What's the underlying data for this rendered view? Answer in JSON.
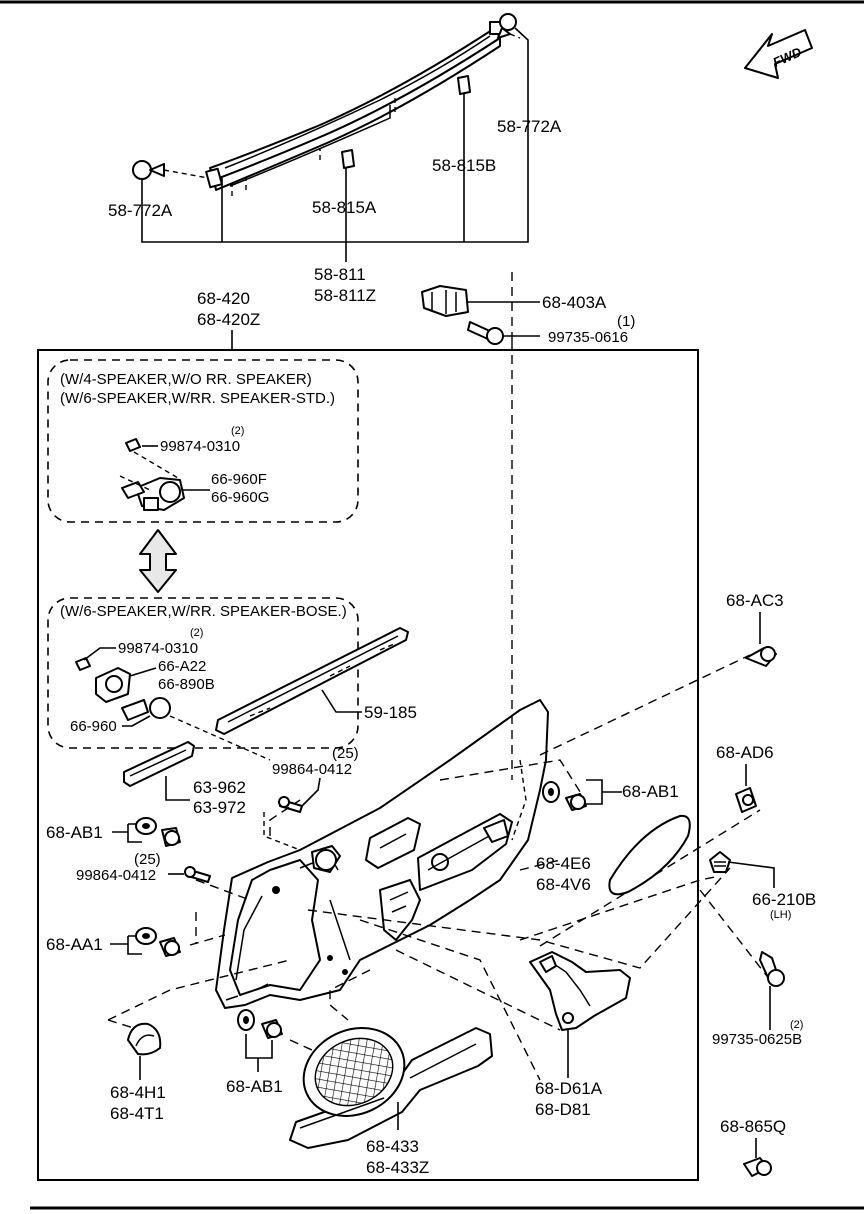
{
  "fwd": "FWD",
  "notes": {
    "speaker_std_1": "(W/4-SPEAKER,W/O RR. SPEAKER)",
    "speaker_std_2": "(W/6-SPEAKER,W/RR. SPEAKER-STD.)",
    "speaker_bose": "(W/6-SPEAKER,W/RR. SPEAKER-BOSE.)"
  },
  "labels": {
    "p58_772A_left": "58-772A",
    "p58_772A_right": "58-772A",
    "p58_815B": "58-815B",
    "p58_815A": "58-815A",
    "p58_811": "58-811",
    "p58_811Z": "58-811Z",
    "p68_420": "68-420",
    "p68_420Z": "68-420Z",
    "p68_403A": "68-403A",
    "p99735_0616": "99735-0616",
    "q99735_0616": "(1)",
    "p99874_0310_a": "99874-0310",
    "q99874_0310_a": "(2)",
    "p66_960F": "66-960F",
    "p66_960G": "66-960G",
    "p99874_0310_b": "99874-0310",
    "q99874_0310_b": "(2)",
    "p66_A22": "66-A22",
    "p66_890B": "66-890B",
    "p66_960": "66-960",
    "p59_185": "59-185",
    "p68_AC3": "68-AC3",
    "p99864_0412_a": "99864-0412",
    "q99864_0412_a": "(25)",
    "p63_962": "63-962",
    "p63_972": "63-972",
    "p68_AD6": "68-AD6",
    "p68_AB1_right": "68-AB1",
    "p68_AB1_left": "68-AB1",
    "p99864_0412_b": "99864-0412",
    "q99864_0412_b": "(25)",
    "p68_4E6": "68-4E6",
    "p68_4V6": "68-4V6",
    "p66_210B": "66-210B",
    "q66_210B": "(LH)",
    "p68_AA1": "68-AA1",
    "p99735_0625B": "99735-0625B",
    "q99735_0625B": "(2)",
    "p68_4H1": "68-4H1",
    "p68_4T1": "68-4T1",
    "p68_AB1_bottom": "68-AB1",
    "p68_D61A": "68-D61A",
    "p68_D81": "68-D81",
    "p68_433": "68-433",
    "p68_433Z": "68-433Z",
    "p68_865Q": "68-865Q"
  }
}
